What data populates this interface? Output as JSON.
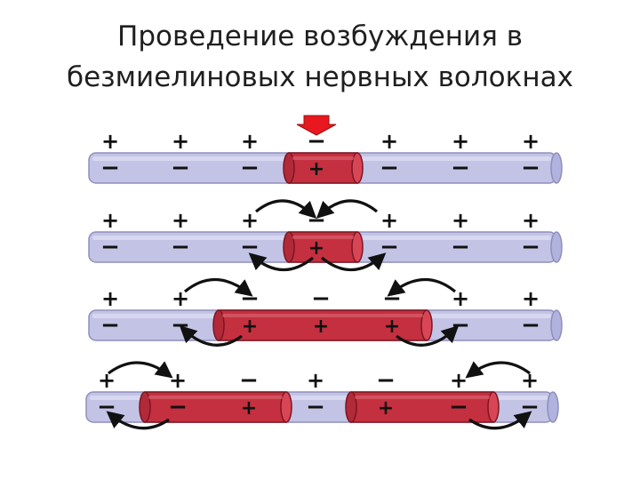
{
  "title": {
    "line1": "Проведение возбуждения в",
    "line2": "безмиелиновых нервных волокнах"
  },
  "colors": {
    "resting_fiber": "#c3c3e6",
    "resting_edge": "#8f8fbb",
    "excited_fiber": "#c4303f",
    "excited_edge": "#7c1522",
    "stimulus_arrow": "#e8181e",
    "sign": "#111111",
    "current_arrow": "#111111"
  },
  "stimulus_icon": "red-down-arrow",
  "fibers": [
    {
      "top_signs": [
        "+",
        "+",
        "+",
        "−",
        "+",
        "+",
        "+"
      ],
      "bottom_signs": [
        "−",
        "−",
        "−",
        "+",
        "−",
        "−",
        "−"
      ],
      "excited_segments": [
        [
          0.5,
          0.5
        ]
      ]
    },
    {
      "top_signs": [
        "+",
        "+",
        "+",
        "−",
        "+",
        "+",
        "+"
      ],
      "bottom_signs": [
        "−",
        "−",
        "−",
        "+",
        "−",
        "−",
        "−"
      ],
      "excited_segments": [
        [
          0.5,
          0.5
        ]
      ]
    },
    {
      "top_signs": [
        "+",
        "+",
        "−",
        "−",
        "−",
        "+",
        "+"
      ],
      "bottom_signs": [
        "−",
        "−",
        "+",
        "+",
        "+",
        "−",
        "−"
      ],
      "excited_segments": [
        [
          0.3,
          0.7
        ]
      ]
    },
    {
      "top_signs": [
        "+",
        "+",
        "−",
        "+",
        "−",
        "+",
        "+"
      ],
      "bottom_signs": [
        "−",
        "−",
        "+",
        "−",
        "+",
        "−",
        "−"
      ],
      "excited_segments": [
        [
          0.2,
          0.42
        ],
        [
          0.58,
          0.8
        ]
      ]
    }
  ]
}
